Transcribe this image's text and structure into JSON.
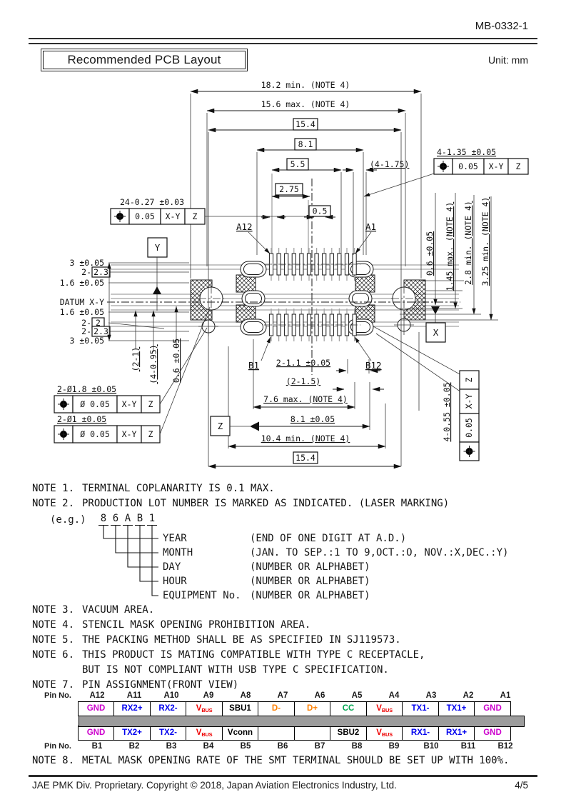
{
  "header": {
    "doc_no": "MB-0332-1",
    "title": "Recommended PCB Layout",
    "unit": "Unit: mm"
  },
  "drawing": {
    "top": {
      "d182": "18.2 min. (NOTE 4)",
      "d156": "15.6 max. (NOTE 4)",
      "d154": "15.4",
      "d81": "8.1",
      "d55": "5.5",
      "d4175": "(4-1.75)",
      "d275": "2.75",
      "d05": "0.5"
    },
    "fcf_smt": {
      "qty": "24-0.27 ±0.03",
      "sym": "⌖",
      "tol": "0.05",
      "d1": "X-Y",
      "d2": "Z"
    },
    "fcf_slot": {
      "qty": "4-1.35 ±0.05",
      "sym": "⌖",
      "tol": "0.05",
      "d1": "X-Y",
      "d2": "Z"
    },
    "fcf_hole18": {
      "qty": "2-Ø1.8 ±0.05",
      "sym": "⌖",
      "tol": "Ø 0.05",
      "d1": "X-Y",
      "d2": "Z"
    },
    "fcf_hole10": {
      "qty": "2-Ø1 ±0.05",
      "sym": "⌖",
      "tol": "Ø 0.05",
      "d1": "X-Y",
      "d2": "Z"
    },
    "fcf_edge": {
      "qty": "4-0.55 ±0.05",
      "sym": "⌖",
      "tol": "0.05",
      "d1": "X-Y",
      "d2": "Z"
    },
    "left": {
      "l1": "3 ±0.05",
      "l2p": "2-",
      "l2v": "2.3",
      "l3": "1.6 ±0.05",
      "l4": "DATUM X-Y",
      "l5": "1.6 ±0.05",
      "l6p": "2-",
      "l6v": "2",
      "l7p": "2-",
      "l7v": "2.3",
      "l8": "3 ±0.05"
    },
    "rot_left": {
      "r1": "(2-1)",
      "r2": "(4-0.95)",
      "r3": "0.6 ±0.05"
    },
    "right": {
      "r1": "0.6 ±0.05",
      "r2": "1.45 max. (NOTE 4)",
      "r3": "2.8 min. (NOTE 4)",
      "r4": "3.25 min. (NOTE 4)"
    },
    "bottom": {
      "b1": "2-1.1 ±0.05",
      "b2": "(2-1.5)",
      "b3": "7.6 max. (NOTE 4)",
      "b4": "8.1 ±0.05",
      "b5": "10.4 min. (NOTE 4)",
      "b6": "15.4"
    },
    "pins": {
      "a12": "A12",
      "a1": "A1",
      "b1": "B1",
      "b12": "B12"
    },
    "datums": {
      "x": "X",
      "y": "Y",
      "z": "Z"
    },
    "pad_count_per_row": 12
  },
  "notes": [
    {
      "no": "NOTE 1.",
      "text": "TERMINAL COPLANARITY IS 0.1 MAX."
    },
    {
      "no": "NOTE 2.",
      "text": "PRODUCTION LOT NUMBER IS MARKED AS INDICATED. (LASER MARKING)"
    },
    {
      "no": "NOTE 3.",
      "text": "VACUUM AREA."
    },
    {
      "no": "NOTE 4.",
      "text": "STENCIL MASK OPENING PROHIBITION AREA."
    },
    {
      "no": "NOTE 5.",
      "text": "THE PACKING METHOD SHALL BE AS SPECIFIED IN SJ119573."
    },
    {
      "no": "NOTE 6.",
      "text": "THIS PRODUCT IS MATING COMPATIBLE WITH TYPE C RECEPTACLE,",
      "text2": "BUT IS NOT COMPLIANT WITH USB TYPE C SPECIFICATION."
    },
    {
      "no": "NOTE 7.",
      "text": "PIN ASSIGNMENT(FRONT VIEW)"
    },
    {
      "no": "NOTE 8.",
      "text": "METAL MASK OPENING RATE OF THE SMT TERMINAL SHOULD BE SET UP WITH 100%."
    }
  ],
  "lot_marking": {
    "eg": "(e.g.)",
    "chars": [
      "8",
      "6",
      "A",
      "B",
      "1"
    ],
    "rows": [
      {
        "label": "YEAR",
        "desc": "(END OF ONE DIGIT AT A.D.)"
      },
      {
        "label": "MONTH",
        "desc": "(JAN. TO SEP.:1 TO 9,OCT.:O, NOV.:X,DEC.:Y)"
      },
      {
        "label": "DAY",
        "desc": "(NUMBER OR ALPHABET)"
      },
      {
        "label": "HOUR",
        "desc": "(NUMBER OR ALPHABET)"
      },
      {
        "label": "EQUIPMENT No.",
        "desc": "(NUMBER OR ALPHABET)"
      }
    ]
  },
  "pin_table": {
    "row_label": "Pin No.",
    "top_pins": [
      "A12",
      "A11",
      "A10",
      "A9",
      "A8",
      "A7",
      "A6",
      "A5",
      "A4",
      "A3",
      "A2",
      "A1"
    ],
    "top_signals": [
      {
        "t": "GND",
        "c": "magenta"
      },
      {
        "t": "RX2+",
        "c": "blue"
      },
      {
        "t": "RX2-",
        "c": "blue"
      },
      {
        "t": "V",
        "sub": "BUS",
        "c": "red"
      },
      {
        "t": "SBU1",
        "c": "black"
      },
      {
        "t": "D-",
        "c": "orange"
      },
      {
        "t": "D+",
        "c": "orange"
      },
      {
        "t": "CC",
        "c": "green"
      },
      {
        "t": "V",
        "sub": "BUS",
        "c": "red"
      },
      {
        "t": "TX1-",
        "c": "blue"
      },
      {
        "t": "TX1+",
        "c": "blue"
      },
      {
        "t": "GND",
        "c": "magenta"
      }
    ],
    "bottom_signals": [
      {
        "t": "GND",
        "c": "magenta"
      },
      {
        "t": "TX2+",
        "c": "blue"
      },
      {
        "t": "TX2-",
        "c": "blue"
      },
      {
        "t": "V",
        "sub": "BUS",
        "c": "red"
      },
      {
        "t": "Vconn",
        "c": "black"
      },
      {
        "t": "",
        "c": "black"
      },
      {
        "t": "",
        "c": "black"
      },
      {
        "t": "SBU2",
        "c": "black"
      },
      {
        "t": "V",
        "sub": "BUS",
        "c": "red"
      },
      {
        "t": "RX1-",
        "c": "blue"
      },
      {
        "t": "RX1+",
        "c": "blue"
      },
      {
        "t": "GND",
        "c": "magenta"
      }
    ],
    "bottom_pins": [
      "B1",
      "B2",
      "B3",
      "B4",
      "B5",
      "B6",
      "B7",
      "B8",
      "B9",
      "B10",
      "B11",
      "B12"
    ],
    "colors": {
      "magenta": "#CC00CC",
      "blue": "#0000EE",
      "red": "#EE0000",
      "orange": "#FF8000",
      "green": "#00A550",
      "black": "#000000"
    }
  },
  "footer": {
    "text": "JAE PMK Div. Proprietary. Copyright © 2018, Japan Aviation Electronics Industry, Ltd.",
    "page": "4/5"
  }
}
